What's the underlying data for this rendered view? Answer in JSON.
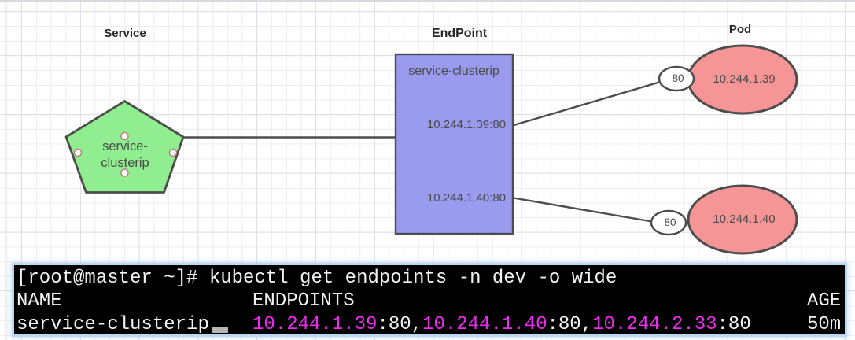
{
  "diagram": {
    "service": {
      "label": "Service",
      "node_lines": [
        "service-",
        "clusterip"
      ]
    },
    "endpoint": {
      "label": "EndPoint",
      "title": "service-clusterip",
      "entries": [
        "10.244.1.39:80",
        "10.244.1.40:80"
      ]
    },
    "pod": {
      "label": "Pod",
      "items": [
        {
          "port": "80",
          "ip": "10.244.1.39"
        },
        {
          "port": "80",
          "ip": "10.244.1.40"
        }
      ]
    },
    "colors": {
      "service_fill": "#90ee90",
      "endpoint_fill": "#9a9aee",
      "pod_fill": "#f69595",
      "port_fill": "#ffffff",
      "stroke": "#4d4d4d"
    }
  },
  "terminal": {
    "command_line": "[root@master ~]# kubectl get endpoints -n dev -o wide",
    "columns": {
      "name": "NAME",
      "endpoints": "ENDPOINTS",
      "age": "AGE"
    },
    "row": {
      "name": "service-clusterip",
      "endpoints": [
        {
          "ip": "10.244.1.39",
          "suffix": ":80,"
        },
        {
          "ip": "10.244.1.40",
          "suffix": ":80,"
        },
        {
          "ip": "10.244.2.33",
          "suffix": ":80"
        }
      ],
      "age": "50m"
    },
    "colors": {
      "background": "#000000",
      "text": "#f2f2f2",
      "ip": "#ee2bee",
      "cursor": "#b4b4b4",
      "selection_glow": "#bcd7f2"
    }
  }
}
